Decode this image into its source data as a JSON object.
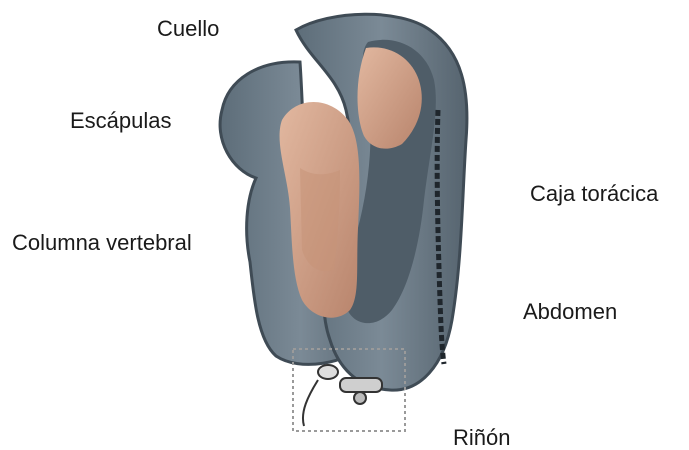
{
  "labels": {
    "neck": "Cuello",
    "scapulae": "Escápulas",
    "spine": "Columna vertebral",
    "rib_cage": "Caja torácica",
    "abdomen": "Abdomen",
    "kidney": "Riñón"
  },
  "colors": {
    "shell": "#6e7f8c",
    "shell_dark": "#4c5a65",
    "shell_light": "#8d9ba6",
    "torso": "#d5a58c",
    "torso_shadow": "#b27f68",
    "background": "#ffffff",
    "text": "#1a1a1a",
    "highlight_box": "#aaaaaa"
  }
}
